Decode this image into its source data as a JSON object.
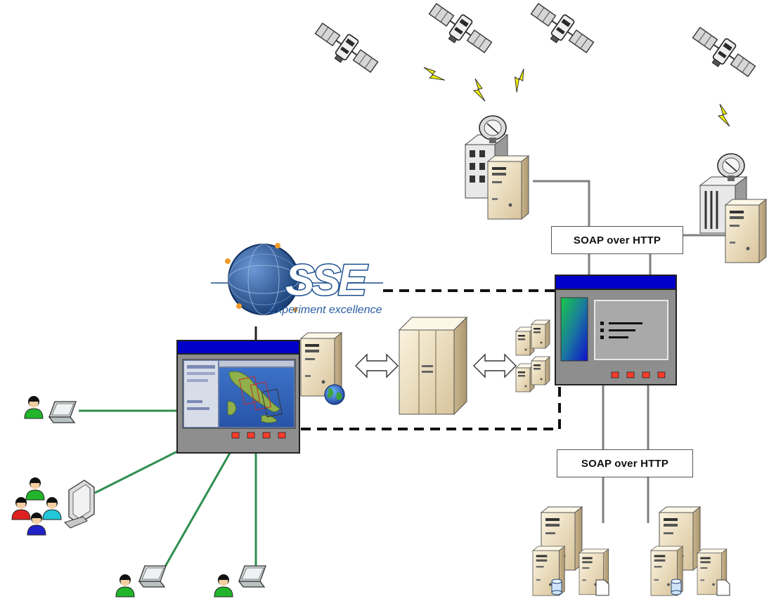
{
  "logo": {
    "text": "SSE",
    "tagline": "Experiment excellence"
  },
  "labels": {
    "soap_top": "SOAP over HTTP",
    "soap_bottom": "SOAP over HTTP"
  },
  "colors": {
    "window_titlebar": "#0000c8",
    "window_body": "#8e8e8e",
    "window_led": "#ff3b2a",
    "link_green": "#2f8f4f",
    "link_gray": "#7f7f7f",
    "server_beige": "#eee0c2",
    "lightning": "#f2f200",
    "logo_blue": "#1d4f8f"
  },
  "icons": [
    "satellite-icon",
    "lightning-icon",
    "satellite-dish-icon",
    "server-icon",
    "mainframe-icon",
    "server-cluster-icon",
    "globe-icon",
    "laptop-icon",
    "user-icon",
    "workstation-icon",
    "database-icon",
    "double-arrow-icon"
  ]
}
